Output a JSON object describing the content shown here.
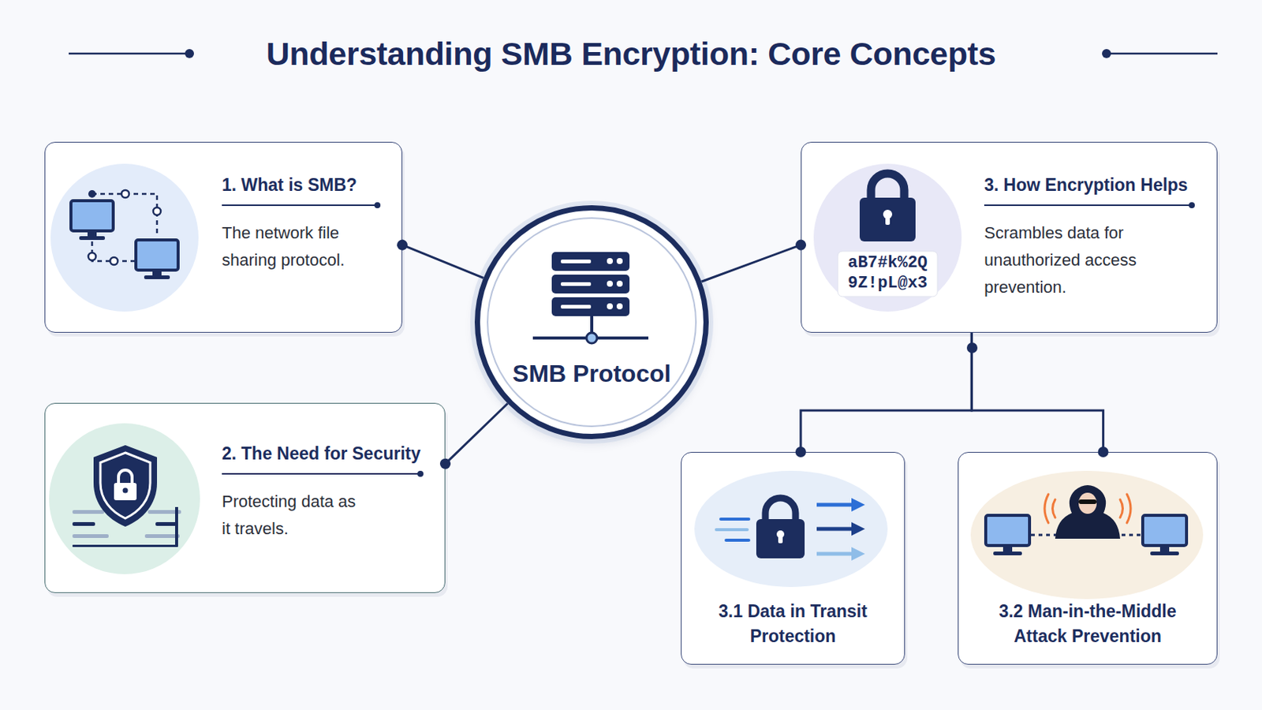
{
  "diagram": {
    "title": "Understanding SMB Encryption: Core Concepts",
    "nodes": [
      {
        "text": [
          "1. What is SMB?",
          "The network file sharing protocol."
        ]
      },
      {
        "text": [
          "SMB Protocol"
        ]
      },
      {
        "text": [
          "3. How Encryption Helps",
          "Scrambles data for unauthorized access prevention."
        ]
      },
      {
        "text": [
          "2. The Need for Security",
          "Protecting data as it travels."
        ]
      },
      {
        "text": [
          "3.1 Data in Transit Protection"
        ]
      },
      {
        "text": [
          "3.2 Man-in-the-Middle Attack Prevention"
        ]
      }
    ],
    "edges": [
      {
        "from": 1,
        "to": 0,
        "arrow": "none"
      },
      {
        "from": 1,
        "to": 2,
        "arrow": "none"
      },
      {
        "from": 1,
        "to": 3,
        "arrow": "none"
      },
      {
        "from": 2,
        "to": 4,
        "arrow": "none"
      },
      {
        "from": 2,
        "to": 5,
        "arrow": "none"
      }
    ],
    "labels": [
      "aB7#k%2Q",
      "9Z!pL@x3"
    ]
  }
}
